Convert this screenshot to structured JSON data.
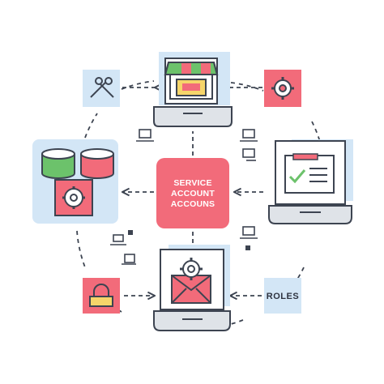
{
  "center": {
    "lines": [
      "SERVICE",
      "ACCOUNT",
      "ACCOUNS"
    ],
    "color": "#f26b7a"
  },
  "roles_badge": {
    "label": "ROLES"
  },
  "icons": {
    "shop": "shop-icon",
    "document": "checklist-document-icon",
    "email": "email-gear-icon",
    "database": "database-gear-icon",
    "magic": "magic-wand-icon",
    "settings": "gear-icon",
    "lock": "lock-icon"
  },
  "colors": {
    "outline": "#3d4451",
    "accent_red": "#f26b7a",
    "light_blue": "#d3e6f6",
    "green": "#6cc26b",
    "yellow": "#f6d56a"
  }
}
